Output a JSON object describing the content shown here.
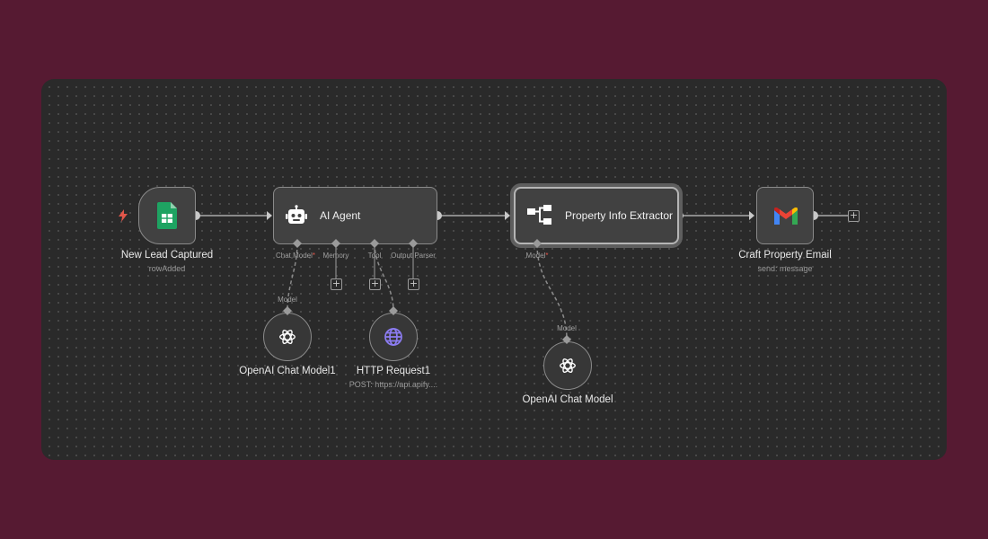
{
  "colors": {
    "outer_background": "#561a32",
    "canvas_background": "#2a2a2a",
    "node_fill": "#414141",
    "edge": "#8a8a8a",
    "trigger_bolt": "#e0564a",
    "sheets_green": "#1ea362",
    "http_purple": "#8c7cf2"
  },
  "nodes": {
    "new_lead": {
      "title": "New Lead Captured",
      "subtitle": "rowAdded",
      "icon": "google-sheets-icon",
      "trigger_icon": "lightning-bolt-icon"
    },
    "ai_agent": {
      "title": "AI Agent",
      "icon": "robot-icon",
      "ports": {
        "chat_model": "Chat Model",
        "required_marker": "*",
        "memory": "Memory",
        "tool": "Tool",
        "output_parser": "Output Parser"
      }
    },
    "extractor": {
      "title": "Property Info Extractor",
      "icon": "branch-tree-icon",
      "ports": {
        "model": "Model",
        "required_marker": "*"
      }
    },
    "gmail": {
      "title": "Craft Property Email",
      "subtitle": "send: message",
      "icon": "gmail-icon"
    },
    "openai1": {
      "title": "OpenAI Chat Model1",
      "port": "Model",
      "icon": "openai-icon"
    },
    "http": {
      "title": "HTTP Request1",
      "subtitle": "POST: https://api.apify....",
      "icon": "globe-icon"
    },
    "openai2": {
      "title": "OpenAI Chat Model",
      "port": "Model",
      "icon": "openai-icon"
    }
  },
  "plus_symbol": "+"
}
